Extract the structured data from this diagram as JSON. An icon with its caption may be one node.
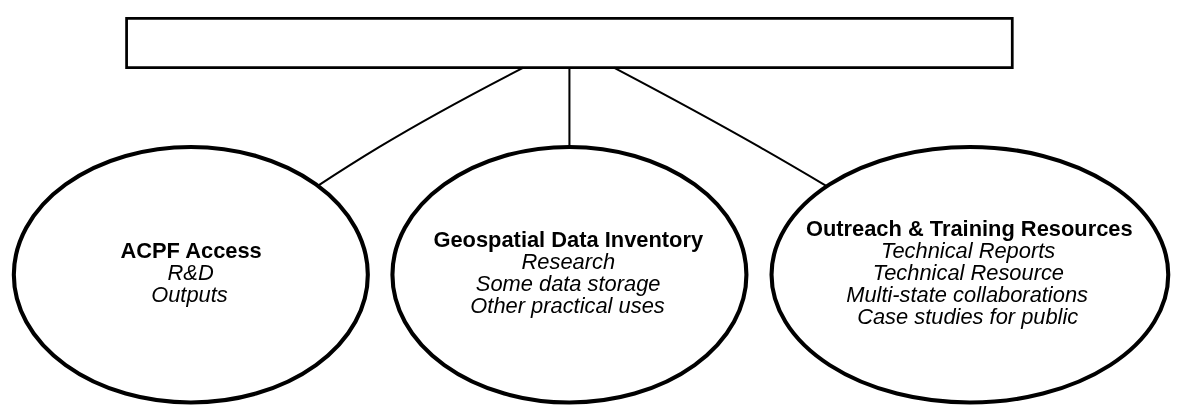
{
  "diagram": {
    "nodes": [
      {
        "text": [],
        "shape": "box"
      },
      {
        "text": [
          "ACPF Access",
          "R&D",
          "Outputs"
        ]
      },
      {
        "text": [
          "Geospatial Data Inventory",
          "Research",
          "Some data storage",
          "Other practical uses"
        ]
      },
      {
        "text": [
          "Outreach & Training Resources",
          "Technical Reports",
          "Technical Resource",
          "Multi-state collaborations",
          "Case studies for public"
        ]
      }
    ],
    "edges": [
      {
        "from": 0,
        "to": 1,
        "arrow": "none"
      },
      {
        "from": 0,
        "to": 2,
        "arrow": "none"
      },
      {
        "from": 0,
        "to": 3,
        "arrow": "none"
      }
    ]
  }
}
